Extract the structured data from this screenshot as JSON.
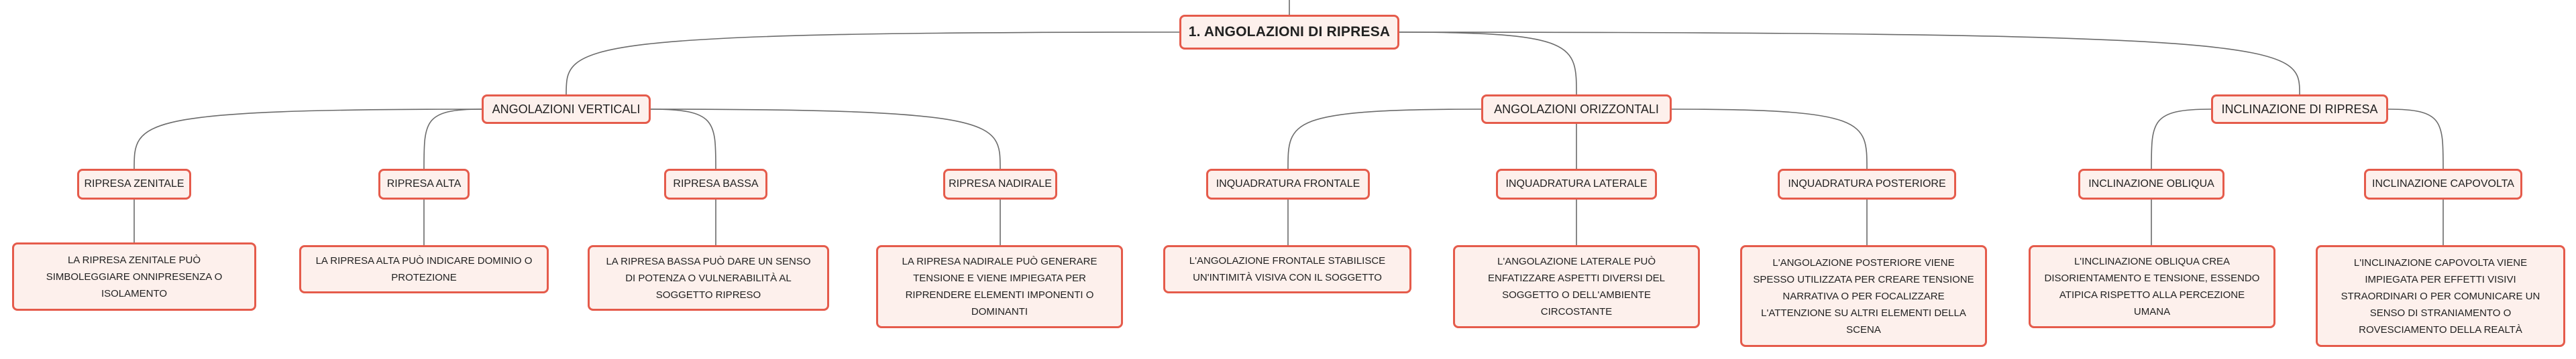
{
  "colors": {
    "node_border": "#e55b4b",
    "node_fill": "#fdf0ec",
    "connector": "#6b6b6b"
  },
  "root": {
    "label": "1. ANGOLAZIONI DI RIPRESA"
  },
  "categories": [
    {
      "label": "ANGOLAZIONI VERTICALI",
      "children": [
        {
          "label": "RIPRESA ZENITALE",
          "description": "LA RIPRESA ZENITALE PUÒ SIMBOLEGGIARE ONNIPRESENZA O ISOLAMENTO"
        },
        {
          "label": "RIPRESA ALTA",
          "description": "LA RIPRESA ALTA PUÒ INDICARE DOMINIO O PROTEZIONE"
        },
        {
          "label": "RIPRESA BASSA",
          "description": "LA RIPRESA BASSA PUÒ DARE UN SENSO DI POTENZA O VULNERABILITÀ AL SOGGETTO RIPRESO"
        },
        {
          "label": "RIPRESA NADIRALE",
          "description": "LA RIPRESA NADIRALE PUÒ GENERARE TENSIONE E VIENE IMPIEGATA PER RIPRENDERE ELEMENTI IMPONENTI O DOMINANTI"
        }
      ]
    },
    {
      "label": "ANGOLAZIONI ORIZZONTALI",
      "children": [
        {
          "label": "INQUADRATURA FRONTALE",
          "description": "L'ANGOLAZIONE FRONTALE STABILISCE UN'INTIMITÀ VISIVA CON IL SOGGETTO"
        },
        {
          "label": "INQUADRATURA LATERALE",
          "description": "L'ANGOLAZIONE LATERALE PUÒ ENFATIZZARE ASPETTI DIVERSI DEL SOGGETTO O DELL'AMBIENTE CIRCOSTANTE"
        },
        {
          "label": "INQUADRATURA POSTERIORE",
          "description": "L'ANGOLAZIONE POSTERIORE VIENE SPESSO UTILIZZATA PER CREARE TENSIONE NARRATIVA O PER FOCALIZZARE L'ATTENZIONE SU ALTRI ELEMENTI DELLA SCENA"
        }
      ]
    },
    {
      "label": "INCLINAZIONE DI RIPRESA",
      "children": [
        {
          "label": "INCLINAZIONE OBLIQUA",
          "description": "L'INCLINAZIONE OBLIQUA CREA DISORIENTAMENTO E TENSIONE, ESSENDO ATIPICA RISPETTO ALLA PERCEZIONE UMANA"
        },
        {
          "label": "INCLINAZIONE CAPOVOLTA",
          "description": "L'INCLINAZIONE CAPOVOLTA VIENE IMPIEGATA PER EFFETTI VISIVI STRAORDINARI O PER COMUNICARE UN SENSO DI STRANIAMENTO O ROVESCIAMENTO DELLA REALTÀ"
        }
      ]
    }
  ]
}
